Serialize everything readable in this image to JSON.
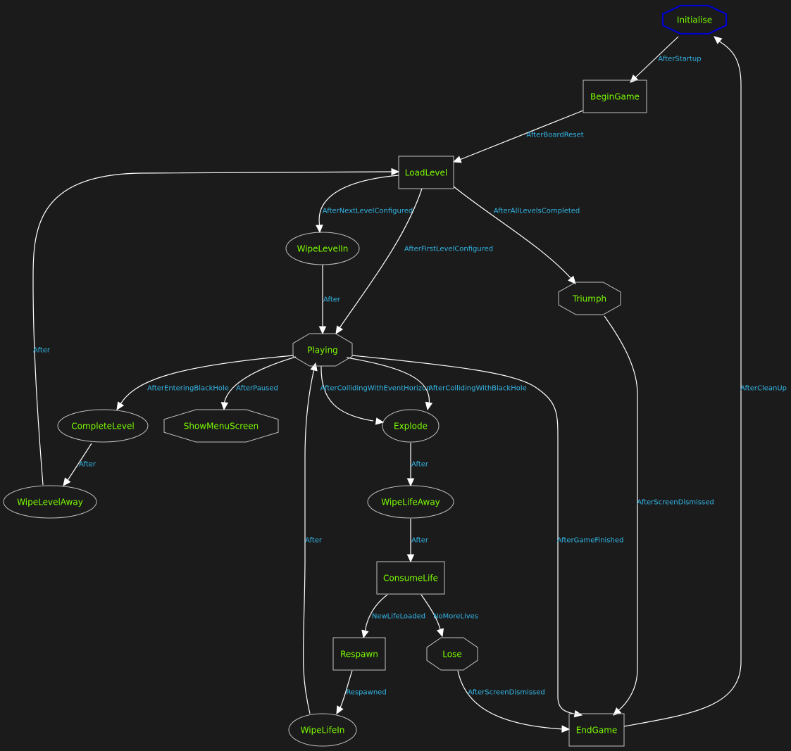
{
  "diagram": {
    "type": "state-machine",
    "colors": {
      "background": "#1b1b1b",
      "node_text": "#7cfc00",
      "edge_text": "#33b5e5",
      "node_border": "#c0c0c0",
      "initial_border": "#0000cd",
      "edge_line": "#ffffff"
    },
    "nodes": [
      {
        "id": "initialise",
        "label": "Initialise",
        "shape": "octagon",
        "initial": true
      },
      {
        "id": "begin-game",
        "label": "BeginGame",
        "shape": "box"
      },
      {
        "id": "load-level",
        "label": "LoadLevel",
        "shape": "box"
      },
      {
        "id": "wipe-level-in",
        "label": "WipeLevelIn",
        "shape": "ellipse"
      },
      {
        "id": "triumph",
        "label": "Triumph",
        "shape": "octagon"
      },
      {
        "id": "playing",
        "label": "Playing",
        "shape": "octagon"
      },
      {
        "id": "complete-level",
        "label": "CompleteLevel",
        "shape": "ellipse"
      },
      {
        "id": "show-menu-screen",
        "label": "ShowMenuScreen",
        "shape": "octagon"
      },
      {
        "id": "explode",
        "label": "Explode",
        "shape": "ellipse"
      },
      {
        "id": "wipe-level-away",
        "label": "WipeLevelAway",
        "shape": "ellipse"
      },
      {
        "id": "wipe-life-away",
        "label": "WipeLifeAway",
        "shape": "ellipse"
      },
      {
        "id": "consume-life",
        "label": "ConsumeLife",
        "shape": "box"
      },
      {
        "id": "respawn",
        "label": "Respawn",
        "shape": "box"
      },
      {
        "id": "lose",
        "label": "Lose",
        "shape": "octagon"
      },
      {
        "id": "wipe-life-in",
        "label": "WipeLifeIn",
        "shape": "ellipse"
      },
      {
        "id": "end-game",
        "label": "EndGame",
        "shape": "box"
      }
    ],
    "edges": [
      {
        "id": "e1",
        "from": "initialise",
        "to": "begin-game",
        "label": "AfterStartup"
      },
      {
        "id": "e2",
        "from": "begin-game",
        "to": "load-level",
        "label": "AfterBoardReset"
      },
      {
        "id": "e3",
        "from": "load-level",
        "to": "wipe-level-in",
        "label": "AfterNextLevelConfigured"
      },
      {
        "id": "e4",
        "from": "load-level",
        "to": "playing",
        "label": "AfterFirstLevelConfigured"
      },
      {
        "id": "e5",
        "from": "load-level",
        "to": "triumph",
        "label": "AfterAllLevelsCompleted"
      },
      {
        "id": "e6",
        "from": "wipe-level-in",
        "to": "playing",
        "label": "After"
      },
      {
        "id": "e7",
        "from": "wipe-level-away",
        "to": "load-level",
        "label": "After"
      },
      {
        "id": "e8",
        "from": "playing",
        "to": "complete-level",
        "label": "AfterEnteringBlackHole"
      },
      {
        "id": "e9",
        "from": "playing",
        "to": "show-menu-screen",
        "label": "AfterPaused"
      },
      {
        "id": "e10",
        "from": "playing",
        "to": "explode",
        "label": "AfterCollidingWithEventHorizon"
      },
      {
        "id": "e11",
        "from": "playing",
        "to": "explode",
        "label": "AfterCollidingWithBlackHole"
      },
      {
        "id": "e12",
        "from": "playing",
        "to": "end-game",
        "label": "AfterGameFinished"
      },
      {
        "id": "e13",
        "from": "complete-level",
        "to": "wipe-level-away",
        "label": "After"
      },
      {
        "id": "e14",
        "from": "explode",
        "to": "wipe-life-away",
        "label": "After"
      },
      {
        "id": "e15",
        "from": "wipe-life-away",
        "to": "consume-life",
        "label": "After"
      },
      {
        "id": "e16",
        "from": "consume-life",
        "to": "respawn",
        "label": "NewLifeLoaded"
      },
      {
        "id": "e17",
        "from": "consume-life",
        "to": "lose",
        "label": "NoMoreLives"
      },
      {
        "id": "e18",
        "from": "respawn",
        "to": "wipe-life-in",
        "label": "Respawned"
      },
      {
        "id": "e19",
        "from": "wipe-life-in",
        "to": "playing",
        "label": "After"
      },
      {
        "id": "e20",
        "from": "lose",
        "to": "end-game",
        "label": "AfterScreenDismissed"
      },
      {
        "id": "e21",
        "from": "triumph",
        "to": "end-game",
        "label": "AfterScreenDismissed"
      },
      {
        "id": "e22",
        "from": "end-game",
        "to": "initialise",
        "label": "AfterCleanUp"
      }
    ]
  }
}
